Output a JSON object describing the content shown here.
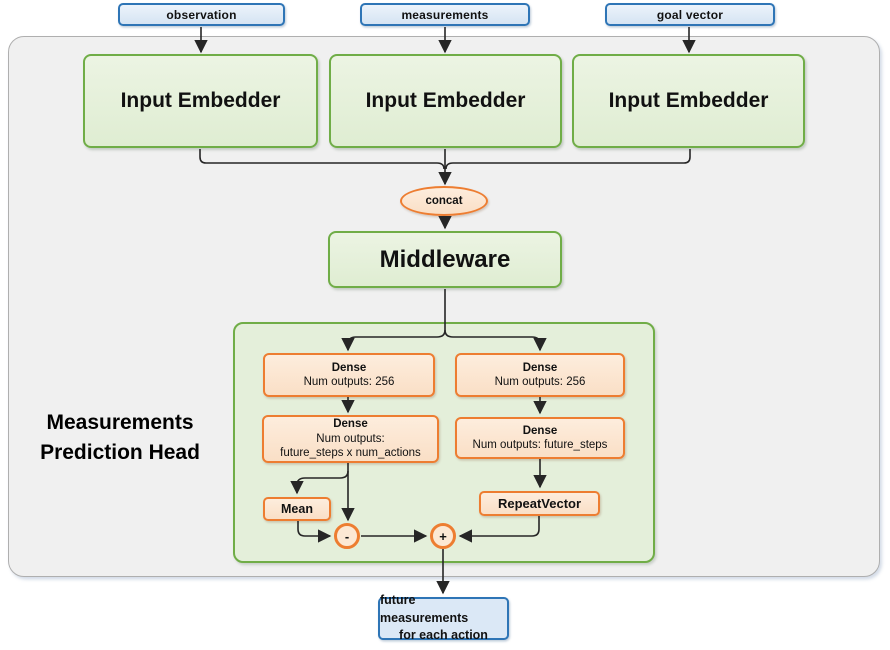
{
  "colors": {
    "blue_border": "#2E75B6",
    "blue_fill": "#DEEBF7",
    "green_border": "#70AD47",
    "green_fill": "#E4EFDA",
    "orange_border": "#ED7D31",
    "orange_fill": "#FCE5D2",
    "container_fill": "#F0F0F0",
    "container_border": "#AFAFAF",
    "line": "#262626"
  },
  "inputs": [
    {
      "label": "observation"
    },
    {
      "label": "measurements"
    },
    {
      "label": "goal vector"
    }
  ],
  "embedders": [
    {
      "label": "Input Embedder"
    },
    {
      "label": "Input Embedder"
    },
    {
      "label": "Input Embedder"
    }
  ],
  "concat": {
    "label": "concat"
  },
  "middleware": {
    "label": "Middleware"
  },
  "head": {
    "title_line1": "Measurements",
    "title_line2": "Prediction Head",
    "left_branch": {
      "dense1": {
        "title": "Dense",
        "subtitle": "Num outputs: 256"
      },
      "dense2": {
        "title": "Dense",
        "subtitle": "Num outputs:",
        "subtitle2": "future_steps x num_actions"
      },
      "mean_label": "Mean",
      "minus_label": "-"
    },
    "right_branch": {
      "dense1": {
        "title": "Dense",
        "subtitle": "Num outputs: 256"
      },
      "dense2": {
        "title": "Dense",
        "subtitle": "Num outputs: future_steps"
      },
      "repeat_label": "RepeatVector",
      "plus_label": "+"
    }
  },
  "output": {
    "line1": "future measurements",
    "line2": "for each action"
  }
}
